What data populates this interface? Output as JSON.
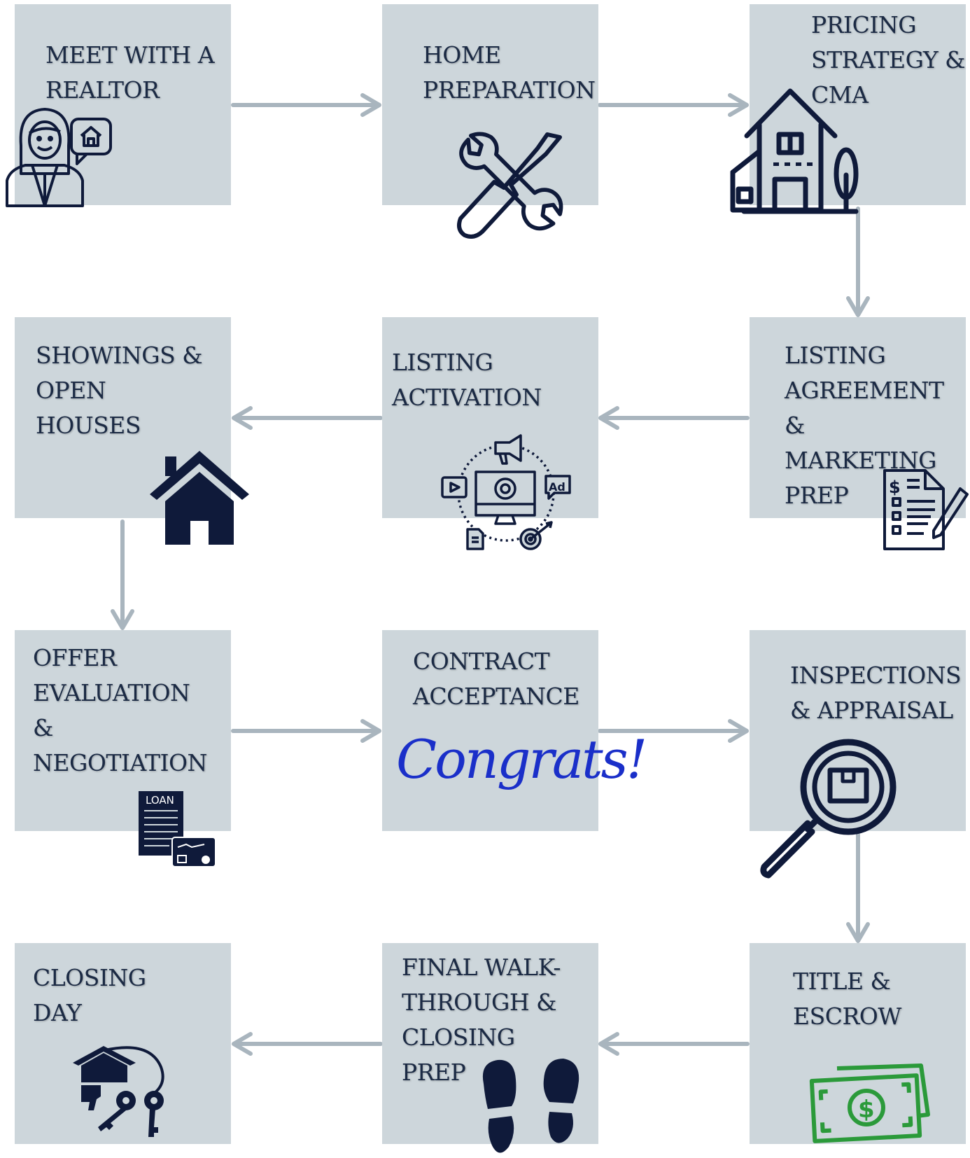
{
  "steps": [
    {
      "label": "MEET WITH A\nREALTOR",
      "icon": "realtor-icon"
    },
    {
      "label": "HOME\nPREPARATION",
      "icon": "tools-icon"
    },
    {
      "label": "PRICING\nSTRATEGY &\nCMA",
      "icon": "house-icon"
    },
    {
      "label": "LISTING\nAGREEMENT &\nMARKETING\nPREP",
      "icon": "document-pen-icon"
    },
    {
      "label": "LISTING\nACTIVATION",
      "icon": "digital-marketing-icon"
    },
    {
      "label": "SHOWINGS &\nOPEN\nHOUSES",
      "icon": "home-icon"
    },
    {
      "label": "OFFER\nEVALUATION\n&\nNEGOTIATION",
      "icon": "loan-document-icon",
      "icon_text": "LOAN"
    },
    {
      "label": "CONTRACT\nACCEPTANCE",
      "icon": "congrats-script",
      "icon_text": "Congrats!"
    },
    {
      "label": "INSPECTIONS\n& APPRAISAL",
      "icon": "magnifier-icon"
    },
    {
      "label": "TITLE &\nESCROW",
      "icon": "money-icon"
    },
    {
      "label": "FINAL WALK-\nTHROUGH &\nCLOSING\nPREP",
      "icon": "footprints-icon"
    },
    {
      "label": "CLOSING\nDAY",
      "icon": "house-keys-icon"
    }
  ],
  "colors": {
    "box": "#cdd6db",
    "arrow": "#a9b5be",
    "text": "#1b2a44",
    "icon": "#0f1a3a",
    "congrats": "#1a2fc9",
    "money": "#2b9a3a"
  }
}
